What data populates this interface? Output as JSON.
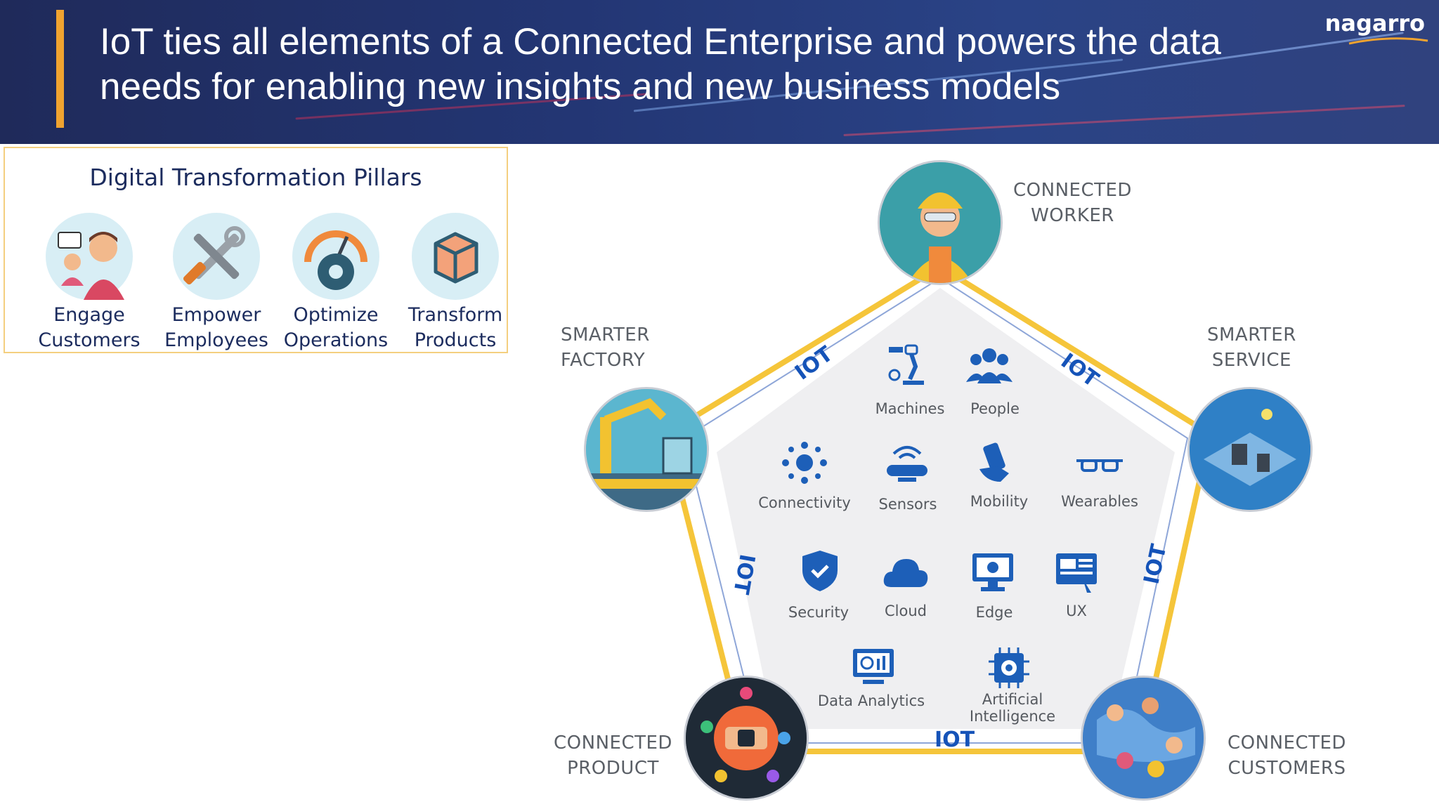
{
  "header": {
    "title": "IoT ties all elements of a Connected Enterprise and powers the data needs for enabling new insights and new business models",
    "logo": "nagarro"
  },
  "pillars": {
    "title": "Digital Transformation Pillars",
    "items": [
      {
        "label": "Engage\nCustomers",
        "icon": "customers-icon"
      },
      {
        "label": "Empower\nEmployees",
        "icon": "tools-icon"
      },
      {
        "label": "Optimize\nOperations",
        "icon": "gauge-gear-icon"
      },
      {
        "label": "Transform\nProducts",
        "icon": "box-icon"
      }
    ]
  },
  "diagram": {
    "nodes": [
      {
        "label": "CONNECTED\nWORKER"
      },
      {
        "label": "SMARTER\nFACTORY"
      },
      {
        "label": "SMARTER\nSERVICE"
      },
      {
        "label": "CONNECTED\nPRODUCT"
      },
      {
        "label": "CONNECTED\nCUSTOMERS"
      }
    ],
    "edge_label": "IOT",
    "technologies": [
      {
        "label": "Machines",
        "icon": "robot-arm-icon"
      },
      {
        "label": "People",
        "icon": "people-icon"
      },
      {
        "label": "Connectivity",
        "icon": "network-icon"
      },
      {
        "label": "Sensors",
        "icon": "router-icon"
      },
      {
        "label": "Mobility",
        "icon": "mobile-hand-icon"
      },
      {
        "label": "Wearables",
        "icon": "glasses-icon"
      },
      {
        "label": "Security",
        "icon": "shield-icon"
      },
      {
        "label": "Cloud",
        "icon": "cloud-icon"
      },
      {
        "label": "Edge",
        "icon": "monitor-gear-icon"
      },
      {
        "label": "UX",
        "icon": "ux-screen-icon"
      },
      {
        "label": "Data Analytics",
        "icon": "analytics-icon"
      },
      {
        "label": "Artificial Intelligence",
        "icon": "ai-chip-icon"
      }
    ],
    "colors": {
      "outer": "#f5c53a",
      "inner": "#8ea6d8",
      "center": "#efeff1",
      "icon": "#1d5fb8",
      "iot": "#1553b8"
    }
  }
}
